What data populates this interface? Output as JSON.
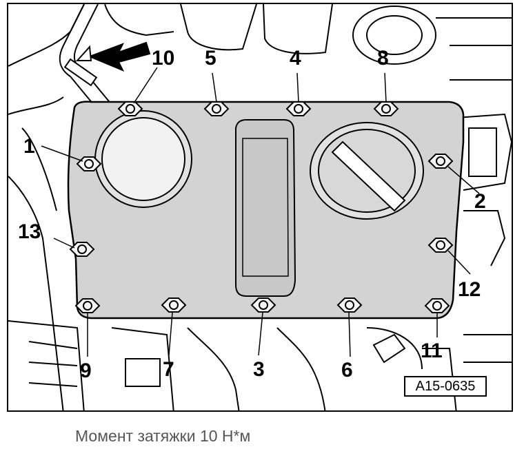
{
  "figure": {
    "reference_code": "A15-0635",
    "bolt_labels": [
      "1",
      "2",
      "3",
      "4",
      "5",
      "6",
      "7",
      "8",
      "9",
      "10",
      "11",
      "12",
      "13"
    ]
  },
  "caption": "Момент затяжки 10 Н*м",
  "colors": {
    "line": "#000000",
    "cover_fill": "#d3d3d3",
    "cap_fill": "#e2e2e2",
    "caption_text": "#555555"
  },
  "icons": [
    "arrow-icon",
    "warning-triangle-icon"
  ]
}
